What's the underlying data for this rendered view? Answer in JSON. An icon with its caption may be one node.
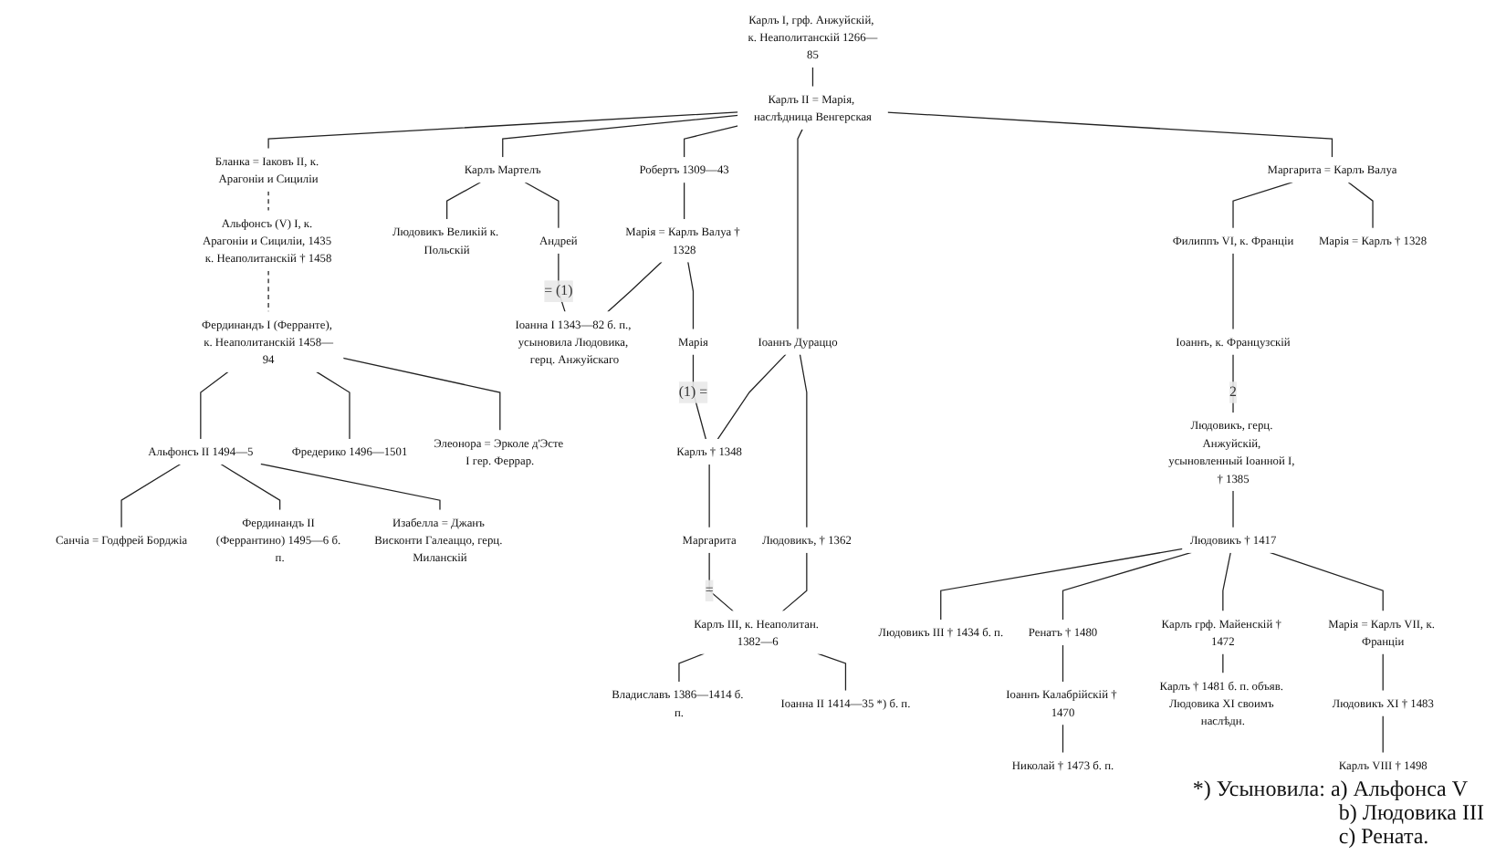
{
  "diagram": {
    "nodes": [
      {
        "text": [
          "Карлъ I, грф. Анжуйскій, к. Неаполитанскій 1266—85"
        ]
      },
      {
        "text": [
          "Карлъ II = Марія, наслѣдница Венгерская"
        ]
      },
      {
        "text": [
          "Бланка = Іаковъ II, к. Арагоніи и Сициліи"
        ]
      },
      {
        "text": [
          "Карлъ Мартелъ"
        ]
      },
      {
        "text": [
          "Робертъ 1309—43"
        ]
      },
      {
        "text": [
          "Іоаннъ Дураццо"
        ]
      },
      {
        "text": [
          "Маргарита = Карлъ Валуа"
        ]
      },
      {
        "text": [
          "Филиппъ VI, к. Франціи"
        ]
      },
      {
        "text": [
          "Марія = Карлъ † 1328"
        ]
      },
      {
        "text": [
          "Марія = Карлъ Валуа † 1328"
        ]
      },
      {
        "text": [
          "Іоаннъ, к. Французскій"
        ]
      },
      {
        "text": [
          "Людовикъ Великій к. Польскій"
        ]
      },
      {
        "text": [
          "Людовикъ, герц. Анжуйскій, усыновленный Іоанной I, † 1385"
        ]
      },
      {
        "text": [
          "Альфонсъ (V) I, к. Арагоніи и Сициліи, 1435 к. Неаполитанскій † 1458"
        ]
      },
      {
        "text": [
          "Андрей"
        ]
      },
      {
        "text": [
          "Іоанна I 1343—82 б. п., усыновила Людовика, герц. Анжуйскаго"
        ]
      },
      {
        "text": [
          "Марія"
        ]
      },
      {
        "text": [
          "Карлъ † 1348"
        ]
      },
      {
        "text": [
          "Людовикъ, † 1362"
        ]
      },
      {
        "text": [
          "Маргарита"
        ]
      },
      {
        "text": [
          "Карлъ III, к. Неаполитан. 1382—6"
        ]
      },
      {
        "text": [
          "Владиславъ 1386—1414 б. п."
        ]
      },
      {
        "text": [
          "Іоанна II 1414—35 *) б. п."
        ]
      },
      {
        "text": [
          "Людовикъ † 1417"
        ]
      },
      {
        "text": [
          "Фердинандъ I (Ферранте), к. Неаполитанскій 1458—94"
        ]
      },
      {
        "text": [
          "Людовикъ III † 1434 б. п."
        ]
      },
      {
        "text": [
          "Ренатъ † 1480"
        ]
      },
      {
        "text": [
          "Карлъ грф. Майенскій † 1472"
        ]
      },
      {
        "text": [
          "Марія = Карлъ VII, к. Франціи"
        ]
      },
      {
        "text": [
          "Іоаннъ Калабрійскій † 1470"
        ]
      },
      {
        "text": [
          "Людовикъ XI † 1483"
        ]
      },
      {
        "text": [
          "Альфонсъ II 1494—5"
        ]
      },
      {
        "text": [
          "Фредерико 1496—1501"
        ]
      },
      {
        "text": [
          "Элеонора = Эрколе д'Эсте I гер. Феррар."
        ]
      },
      {
        "text": [
          "Карлъ † 1481 б. п. объяв. Людовика XI своимъ наслѣдн."
        ]
      },
      {
        "text": [
          "Николай † 1473 б. п."
        ]
      },
      {
        "text": [
          "Карлъ VIII † 1498"
        ]
      },
      {
        "text": [
          "Санчіа = Годфрей Борджіа"
        ]
      },
      {
        "text": [
          "Фердинандъ II (Феррантино) 1495—6 б. п."
        ]
      },
      {
        "text": [
          "Изабелла = Джанъ Висконти Галеаццо, герц. Миланскій"
        ]
      }
    ],
    "edges": [
      {
        "from": 0,
        "to": 1,
        "arrow": "none"
      },
      {
        "from": 1,
        "to": 2,
        "arrow": "none"
      },
      {
        "from": 1,
        "to": 3,
        "arrow": "none"
      },
      {
        "from": 1,
        "to": 4,
        "arrow": "none"
      },
      {
        "from": 1,
        "to": 5,
        "arrow": "none"
      },
      {
        "from": 1,
        "to": 6,
        "arrow": "none"
      },
      {
        "from": 2,
        "to": 13,
        "arrow": "none",
        "style": "dashed"
      },
      {
        "from": 3,
        "to": 11,
        "arrow": "none"
      },
      {
        "from": 3,
        "to": 14,
        "arrow": "none"
      },
      {
        "from": 4,
        "to": 9,
        "arrow": "none"
      },
      {
        "from": 6,
        "to": 7,
        "arrow": "none"
      },
      {
        "from": 6,
        "to": 8,
        "arrow": "none"
      },
      {
        "from": 7,
        "to": 10,
        "arrow": "none"
      },
      {
        "from": 10,
        "to": 12,
        "arrow": "none",
        "label": "2"
      },
      {
        "from": 9,
        "to": 15,
        "arrow": "none"
      },
      {
        "from": 9,
        "to": 16,
        "arrow": "none"
      },
      {
        "from": 14,
        "to": 15,
        "arrow": "none",
        "label": "= (1)"
      },
      {
        "from": 5,
        "to": 17,
        "arrow": "none"
      },
      {
        "from": 5,
        "to": 18,
        "arrow": "none"
      },
      {
        "from": 16,
        "to": 17,
        "arrow": "none",
        "label": "(1) ="
      },
      {
        "from": 17,
        "to": 19,
        "arrow": "none"
      },
      {
        "from": 18,
        "to": 20,
        "arrow": "none"
      },
      {
        "from": 19,
        "to": 20,
        "arrow": "none",
        "label": "="
      },
      {
        "from": 20,
        "to": 21,
        "arrow": "none"
      },
      {
        "from": 20,
        "to": 22,
        "arrow": "none"
      },
      {
        "from": 12,
        "to": 23,
        "arrow": "none"
      },
      {
        "from": 13,
        "to": 24,
        "arrow": "none",
        "style": "dashed"
      },
      {
        "from": 23,
        "to": 25,
        "arrow": "none"
      },
      {
        "from": 23,
        "to": 26,
        "arrow": "none"
      },
      {
        "from": 23,
        "to": 27,
        "arrow": "none"
      },
      {
        "from": 23,
        "to": 28,
        "arrow": "none"
      },
      {
        "from": 26,
        "to": 29,
        "arrow": "none"
      },
      {
        "from": 29,
        "to": 35,
        "arrow": "none"
      },
      {
        "from": 27,
        "to": 34,
        "arrow": "none"
      },
      {
        "from": 28,
        "to": 30,
        "arrow": "none"
      },
      {
        "from": 30,
        "to": 36,
        "arrow": "none"
      },
      {
        "from": 24,
        "to": 31,
        "arrow": "none"
      },
      {
        "from": 24,
        "to": 32,
        "arrow": "none"
      },
      {
        "from": 24,
        "to": 33,
        "arrow": "none"
      },
      {
        "from": 31,
        "to": 37,
        "arrow": "none"
      },
      {
        "from": 31,
        "to": 38,
        "arrow": "none"
      },
      {
        "from": 31,
        "to": 39,
        "arrow": "none"
      }
    ],
    "labels": [
      "*) Усыновила: a) Альфонса V",
      "b) Людовика III",
      "c) Рената."
    ]
  }
}
